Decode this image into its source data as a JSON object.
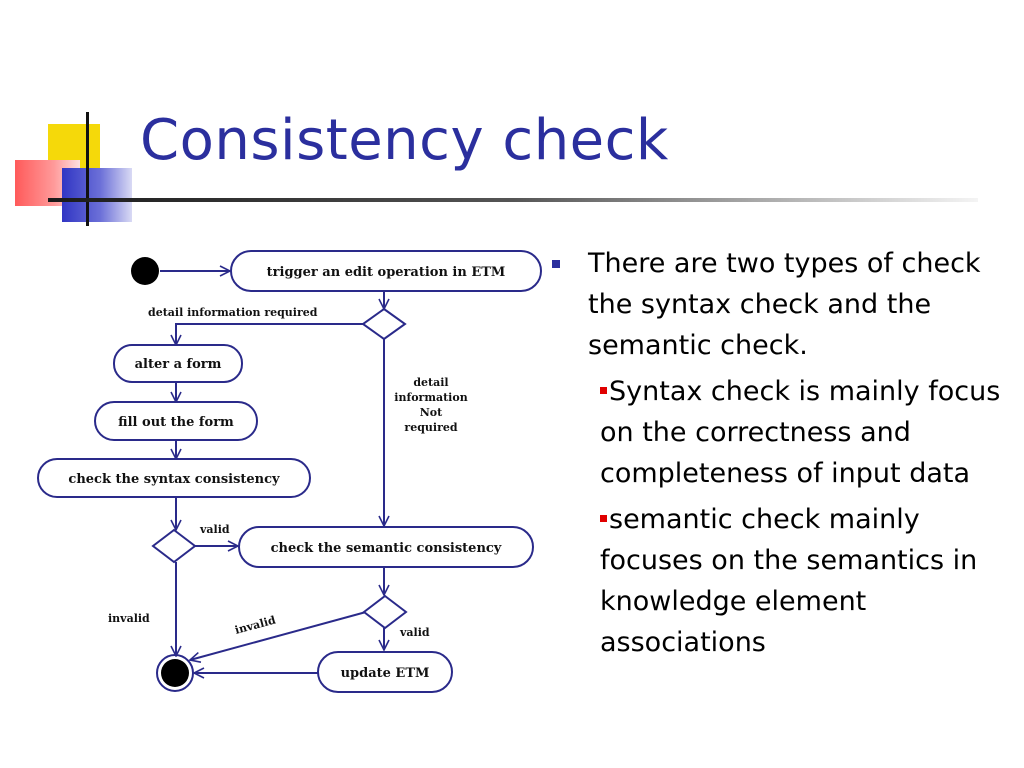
{
  "slide": {
    "title": "Consistency check"
  },
  "diagram": {
    "nodes": {
      "trigger": "trigger an edit operation in ETM",
      "alter_form": "alter a form",
      "fill_form": "fill out the form",
      "syntax_check": "check the syntax consistency",
      "semantic_check": "check the semantic consistency",
      "update_etm": "update ETM"
    },
    "guards": {
      "detail_required": "detail information required",
      "detail_not_required_1": "detail",
      "detail_not_required_2": "information",
      "detail_not_required_3": "Not",
      "detail_not_required_4": "required",
      "syntax_valid": "valid",
      "syntax_invalid": "invalid",
      "semantic_invalid": "invalid",
      "semantic_valid": "valid"
    }
  },
  "bullets": {
    "main": "There are two types of check the syntax check and the semantic check.",
    "sub1": "Syntax check is mainly focus on the correctness and completeness of input data",
    "sub2": "semantic check mainly focuses on the semantics in knowledge element associations"
  },
  "colors": {
    "title": "#2b2f9e",
    "diagram_stroke": "#2a2a8a",
    "main_bullet": "#2b2f9e",
    "sub_bullet": "#e00000"
  }
}
